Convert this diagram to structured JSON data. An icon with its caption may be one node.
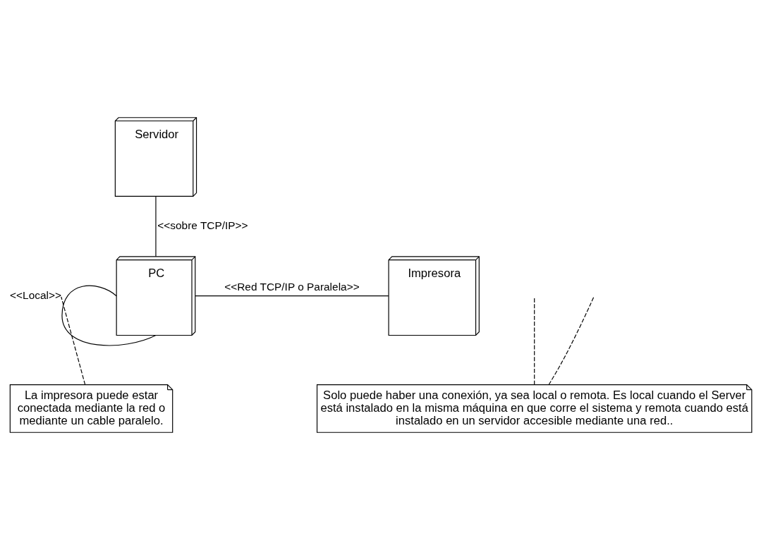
{
  "diagram": {
    "nodes": [
      {
        "text": [
          "Servidor"
        ]
      },
      {
        "text": [
          "PC"
        ]
      },
      {
        "text": [
          "Impresora"
        ]
      },
      {
        "text": [
          "La impresora puede estar conectada mediante la red o mediante un cable paralelo."
        ]
      },
      {
        "text": [
          "Solo puede haber una conexión, ya sea local o remota. Es local cuando el Server está instalado en la misma máquina en que corre el sistema y remota cuando está instalado en un servidor accesible mediante una red.."
        ]
      }
    ],
    "edges": [
      {
        "from": 0,
        "to": 1,
        "arrow": "none",
        "label": "<<sobre TCP/IP>>"
      },
      {
        "from": 1,
        "to": 2,
        "arrow": "none",
        "label": "<<Red TCP/IP o Paralela>>"
      },
      {
        "from": 1,
        "to": 1,
        "arrow": "none",
        "label": "<<Local>>"
      },
      {
        "from": 3,
        "to": null,
        "arrow": "none",
        "style": "dashed"
      },
      {
        "from": 4,
        "to": null,
        "arrow": "none",
        "style": "dashed"
      },
      {
        "from": 4,
        "to": null,
        "arrow": "none",
        "style": "dashed"
      }
    ]
  }
}
